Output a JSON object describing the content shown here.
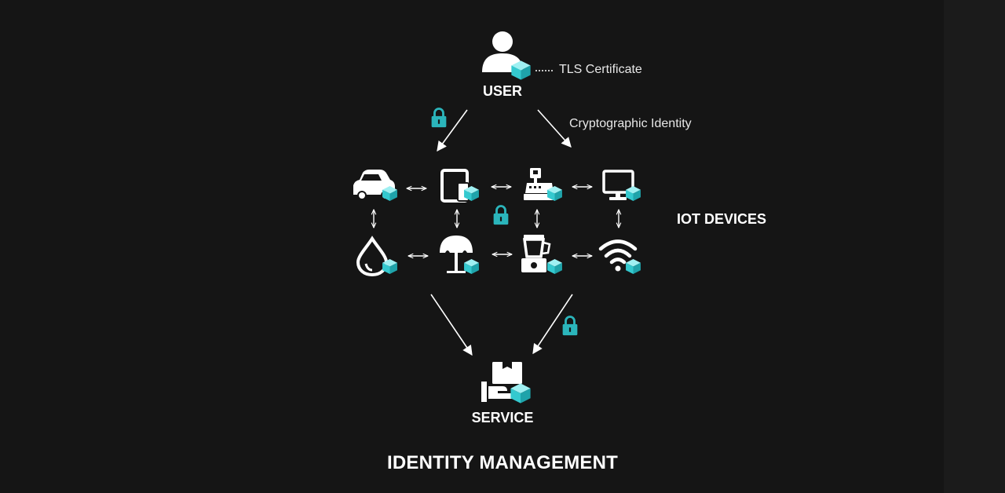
{
  "labels": {
    "user": "USER",
    "tls_certificate": "TLS Certificate",
    "cryptographic_identity": "Cryptographic Identity",
    "iot_devices": "IOT DEVICES",
    "service": "SERVICE",
    "title": "IDENTITY MANAGEMENT"
  },
  "colors": {
    "background": "#151515",
    "foreground": "#ffffff",
    "accent_cube": "#34c9cf",
    "accent_lock": "#2bb5bb"
  },
  "icons": {
    "user": "user-icon",
    "service": "service-box-icon",
    "devices_row1": [
      "car-icon",
      "tablet-phone-icon",
      "cash-register-icon",
      "monitor-icon"
    ],
    "devices_row2": [
      "water-drop-icon",
      "umbrella-icon",
      "blender-icon",
      "wifi-icon"
    ],
    "badge": "cube-icon",
    "lock": "lock-icon"
  }
}
